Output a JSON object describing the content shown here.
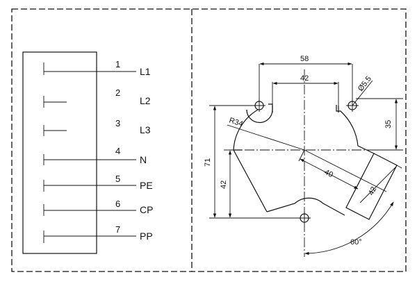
{
  "wiring": {
    "pins": [
      {
        "number": "1",
        "name": "L1"
      },
      {
        "number": "2",
        "name": "L2"
      },
      {
        "number": "3",
        "name": "L3"
      },
      {
        "number": "4",
        "name": "N"
      },
      {
        "number": "5",
        "name": "PE"
      },
      {
        "number": "6",
        "name": "CP"
      },
      {
        "number": "7",
        "name": "PP"
      }
    ]
  },
  "drawing": {
    "dim_58": "58",
    "dim_42_top": "42",
    "dim_hole": "Ø5.5",
    "dim_35": "35",
    "dim_r34": "R34",
    "dim_71": "71",
    "dim_42_left": "42",
    "dim_40": "40",
    "dim_42_diag": "42",
    "dim_angle": "60°"
  }
}
